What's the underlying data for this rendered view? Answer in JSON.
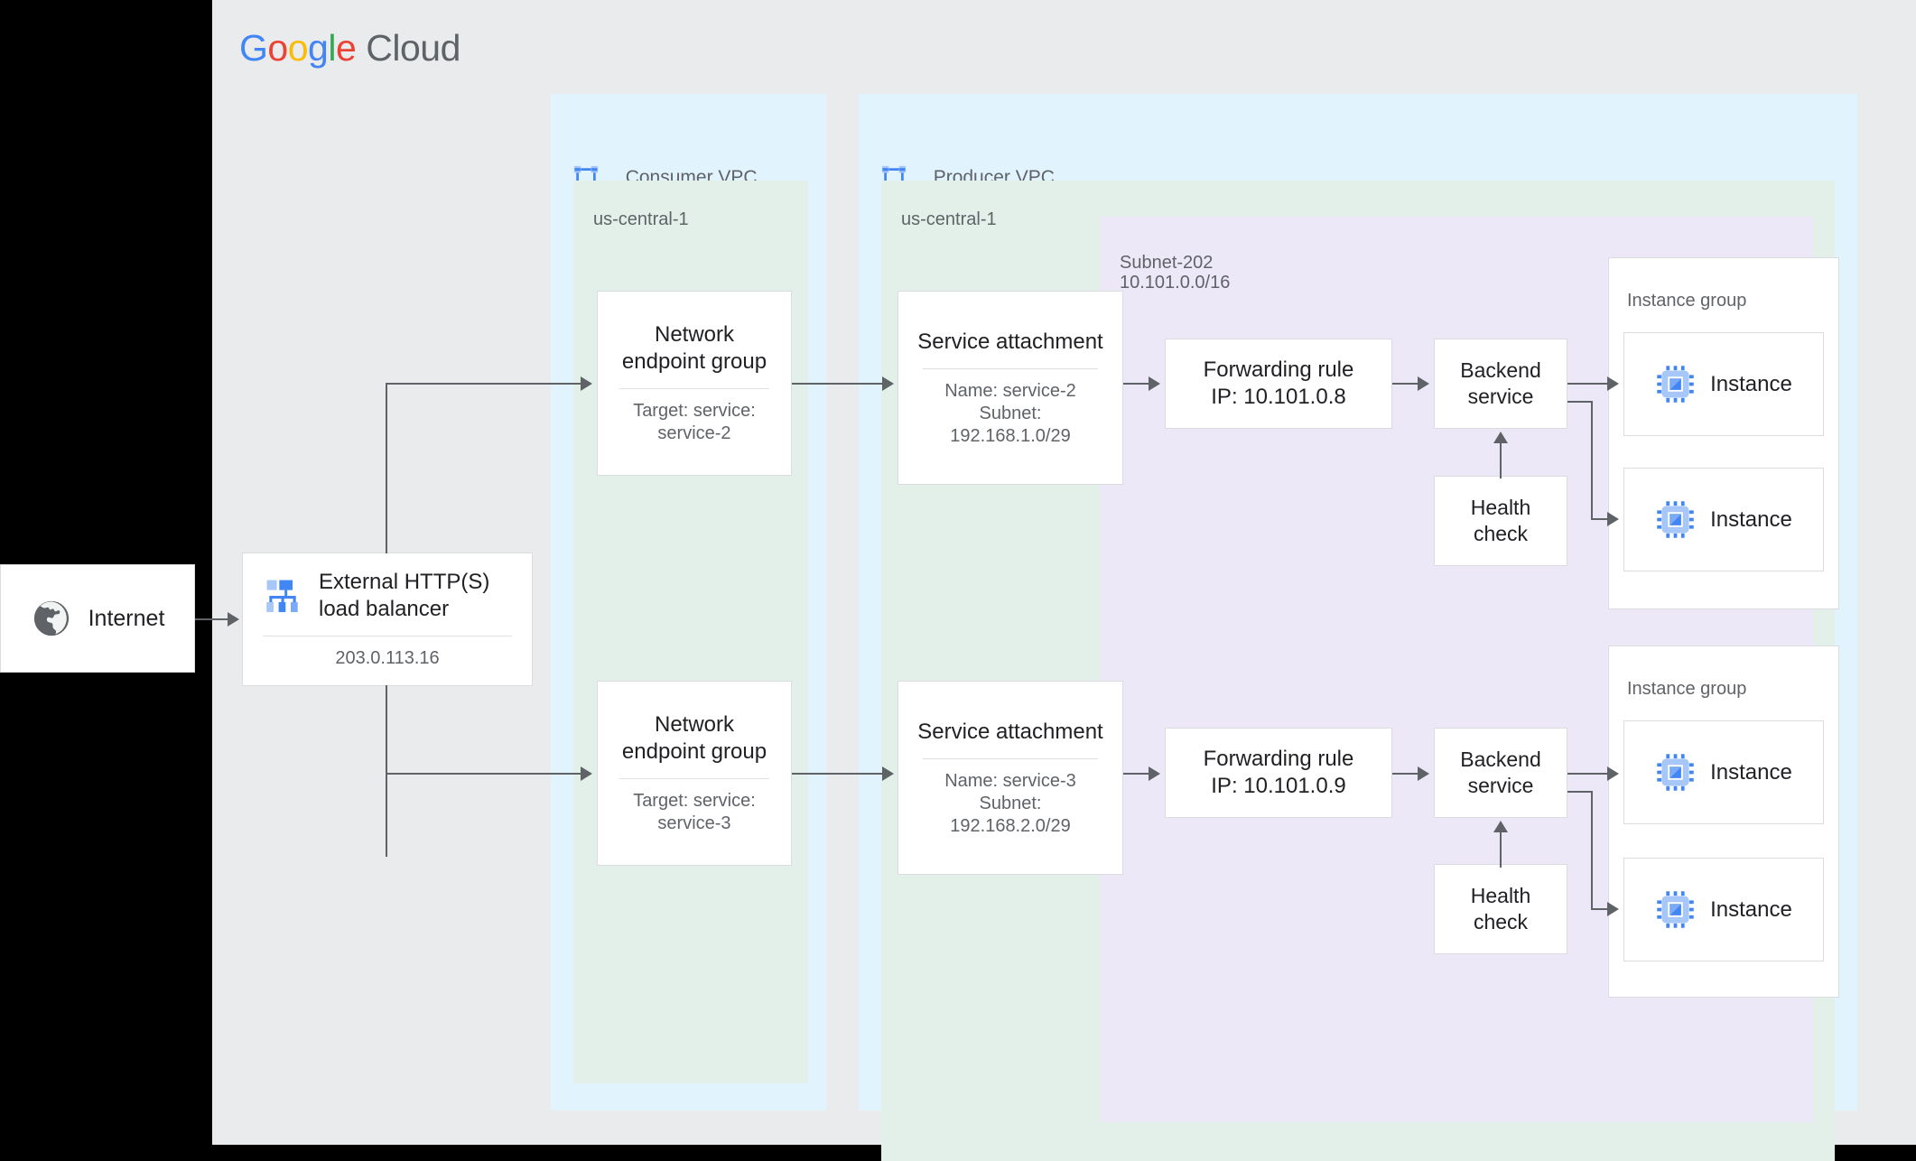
{
  "brand": {
    "google_letters": [
      {
        "ch": "G",
        "color": "#4285f4"
      },
      {
        "ch": "o",
        "color": "#ea4335"
      },
      {
        "ch": "o",
        "color": "#fbbc05"
      },
      {
        "ch": "g",
        "color": "#4285f4"
      },
      {
        "ch": "l",
        "color": "#34a853"
      },
      {
        "ch": "e",
        "color": "#ea4335"
      }
    ],
    "cloud_label": "Cloud"
  },
  "colors": {
    "vpc_bg": "#e1f3fd",
    "region_bg": "#e2f0e9",
    "subnet_bg": "#ede8f7",
    "canvas_bg": "#e9ebed",
    "card_bg": "#ffffff",
    "border": "#dadce0",
    "connector": "#5f6368",
    "text_primary": "#202124",
    "text_secondary": "#5f6368",
    "icon_blue": "#4285f4",
    "icon_blue_light": "#a7c7f9"
  },
  "internet": {
    "label": "Internet",
    "icon": "globe-icon"
  },
  "load_balancer": {
    "title": "External HTTP(S) load balancer",
    "title_line1": "External HTTP(S)",
    "title_line2": "load balancer",
    "ip": "203.0.113.16",
    "icon": "load-balancer-icon"
  },
  "consumer_vpc": {
    "label": "Consumer VPC",
    "icon": "vpc-icon",
    "region": "us-central-1",
    "negs": [
      {
        "title_line1": "Network",
        "title_line2": "endpoint group",
        "sub_line1": "Target: service:",
        "sub_line2": "service-2"
      },
      {
        "title_line1": "Network",
        "title_line2": "endpoint group",
        "sub_line1": "Target: service:",
        "sub_line2": "service-3"
      }
    ]
  },
  "producer_vpc": {
    "label": "Producer VPC",
    "icon": "vpc-icon",
    "region": "us-central-1",
    "service_attachments": [
      {
        "title": "Service attachment",
        "sub_line1": "Name: service-2",
        "sub_line2": "Subnet:",
        "sub_line3": "192.168.1.0/29"
      },
      {
        "title": "Service attachment",
        "sub_line1": "Name: service-3",
        "sub_line2": "Subnet:",
        "sub_line3": "192.168.2.0/29"
      }
    ],
    "subnet": {
      "name": "Subnet-202",
      "cidr": "10.101.0.0/16"
    },
    "stacks": [
      {
        "forwarding_rule_line1": "Forwarding rule",
        "forwarding_rule_line2": "IP: 10.101.0.8",
        "backend_line1": "Backend",
        "backend_line2": "service",
        "health_line1": "Health",
        "health_line2": "check",
        "instance_group_label": "Instance group",
        "instances": [
          {
            "label": "Instance",
            "icon": "instance-chip-icon"
          },
          {
            "label": "Instance",
            "icon": "instance-chip-icon"
          }
        ]
      },
      {
        "forwarding_rule_line1": "Forwarding rule",
        "forwarding_rule_line2": "IP: 10.101.0.9",
        "backend_line1": "Backend",
        "backend_line2": "service",
        "health_line1": "Health",
        "health_line2": "check",
        "instance_group_label": "Instance group",
        "instances": [
          {
            "label": "Instance",
            "icon": "instance-chip-icon"
          },
          {
            "label": "Instance",
            "icon": "instance-chip-icon"
          }
        ]
      }
    ]
  }
}
